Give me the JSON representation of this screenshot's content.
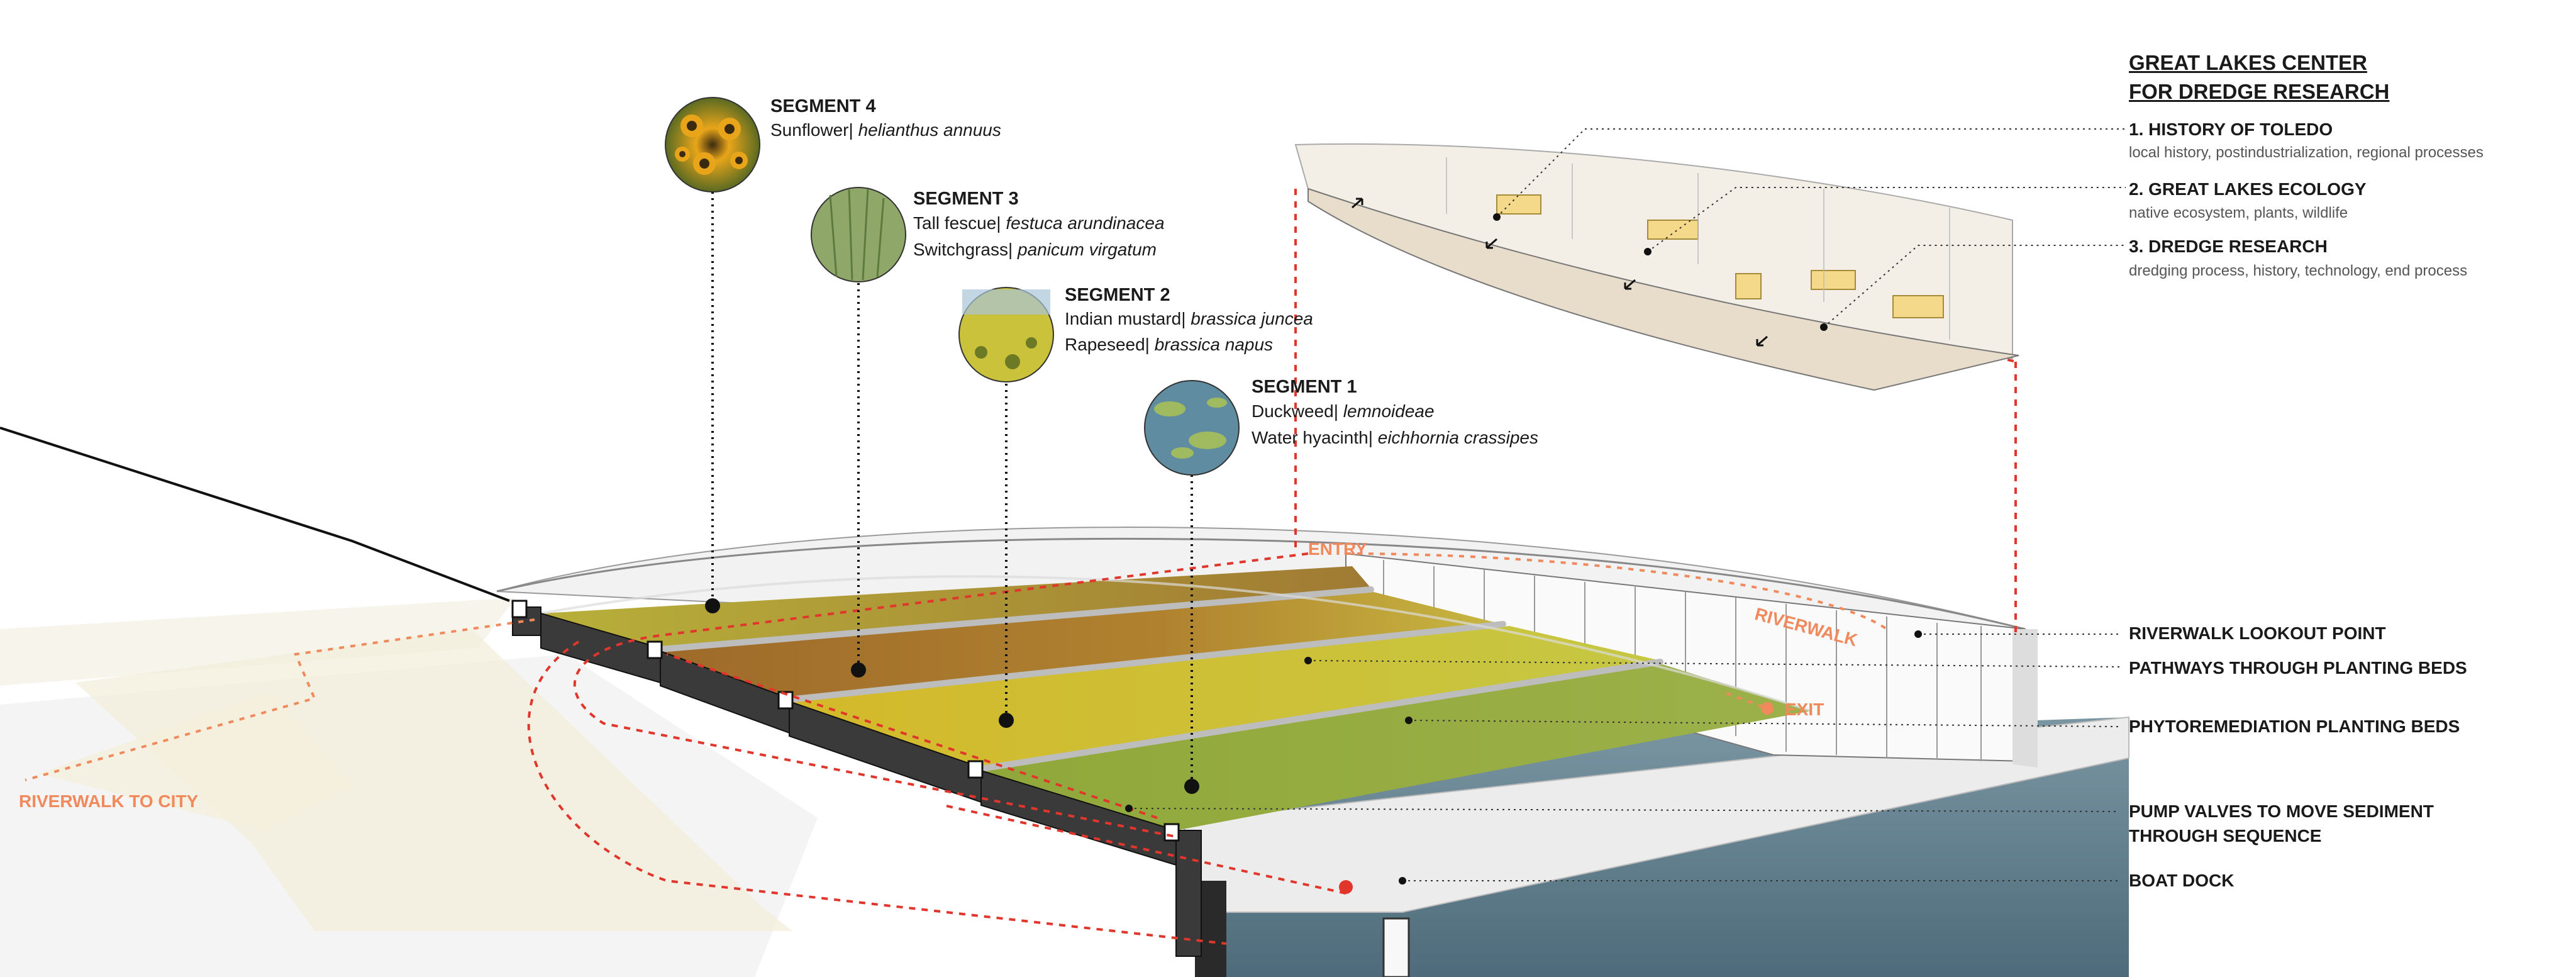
{
  "title": {
    "line1": "GREAT LAKES CENTER",
    "line2": "FOR DREDGE RESEARCH"
  },
  "exhibits": [
    {
      "heading": "1. HISTORY OF TOLEDO",
      "desc": "local history, postindustrialization, regional processes"
    },
    {
      "heading": "2. GREAT LAKES ECOLOGY",
      "desc": "native ecosystem, plants, wildlife"
    },
    {
      "heading": "3. DREDGE RESEARCH",
      "desc": "dredging process, history, technology, end process"
    }
  ],
  "segments": [
    {
      "title": "SEGMENT 4",
      "plants": [
        {
          "common": "Sunflower|",
          "latin": "helianthus annuus"
        }
      ],
      "icon": "sunflower-photo"
    },
    {
      "title": "SEGMENT 3",
      "plants": [
        {
          "common": "Tall fescue|",
          "latin": "festuca arundinacea"
        },
        {
          "common": "Switchgrass|",
          "latin": "panicum virgatum"
        }
      ],
      "icon": "grass-photo"
    },
    {
      "title": "SEGMENT 2",
      "plants": [
        {
          "common": "Indian mustard|",
          "latin": "brassica juncea"
        },
        {
          "common": "Rapeseed|",
          "latin": "brassica napus"
        }
      ],
      "icon": "mustard-photo"
    },
    {
      "title": "SEGMENT 1",
      "plants": [
        {
          "common": "Duckweed|",
          "latin": "lemnoideae"
        },
        {
          "common": "Water hyacinth|",
          "latin": "eichhornia crassipes"
        }
      ],
      "icon": "duckweed-photo"
    }
  ],
  "callouts": [
    "RIVERWALK LOOKOUT POINT",
    "PATHWAYS THROUGH PLANTING BEDS",
    "PHYTOREMEDIATION PLANTING BEDS",
    "PUMP VALVES TO MOVE SEDIMENT",
    "THROUGH SEQUENCE",
    "BOAT DOCK"
  ],
  "path_labels": {
    "entry": "ENTRY",
    "exit": "EXIT",
    "riverwalk": "RIVERWALK",
    "riverwalk_city": "RIVERWALK TO CITY"
  },
  "colors": {
    "accent_orange": "#f08a5d",
    "route_red": "#e0362c",
    "water": "#5f7f8f",
    "bed_yellow": "#c9c23a",
    "bed_brown": "#8a6a2a",
    "bed_green": "#8fa63a"
  }
}
